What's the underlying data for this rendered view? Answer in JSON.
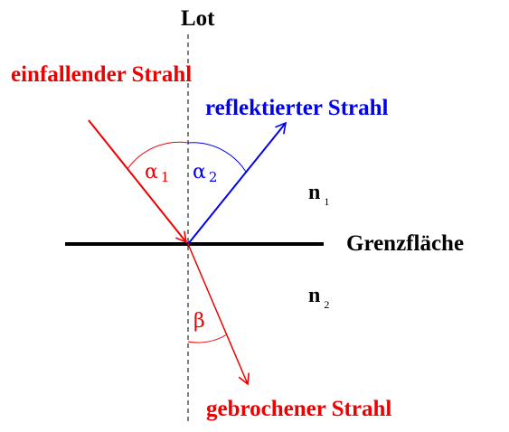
{
  "labels": {
    "normal": "Lot",
    "incident_ray": "einfallender Strahl",
    "reflected_ray": "reflektierter Strahl",
    "interface": "Grenzfläche",
    "refracted_ray": "gebrochener Strahl",
    "n1_letter": "n",
    "n1_sub": "1",
    "n2_letter": "n",
    "n2_sub": "2"
  },
  "angles": {
    "alpha1_symbol": "α",
    "alpha1_sub": "1",
    "alpha2_symbol": "α",
    "alpha2_sub": "2",
    "beta_symbol": "β"
  },
  "colors": {
    "incident": "#ee0000",
    "reflected": "#0000ee",
    "refracted": "#ee0000",
    "interface": "#000000",
    "text": "#000000"
  }
}
